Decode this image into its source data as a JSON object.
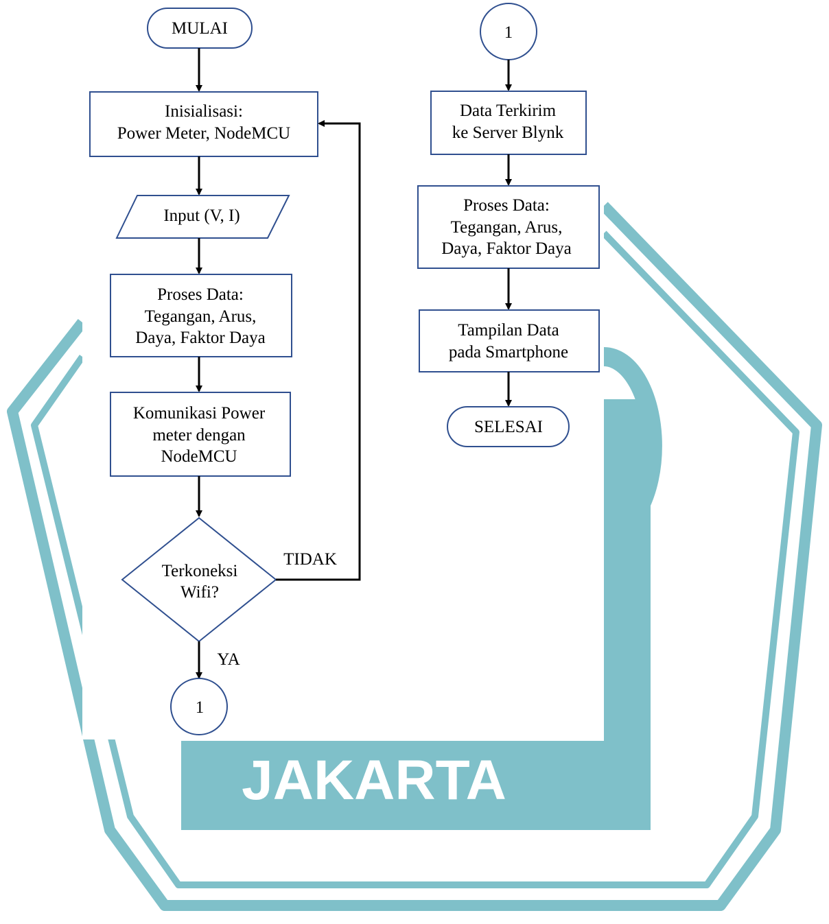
{
  "watermark": {
    "text": "JAKARTA",
    "color": "#7fc0c9"
  },
  "flowchart": {
    "left": {
      "start": "MULAI",
      "init_line1": "Inisialisasi:",
      "init_line2": "Power Meter, NodeMCU",
      "input": "Input (V, I)",
      "process_line1": "Proses Data:",
      "process_line2": "Tegangan, Arus,",
      "process_line3": "Daya, Faktor Daya",
      "comm_line1": "Komunikasi Power",
      "comm_line2": "meter dengan",
      "comm_line3": "NodeMCU",
      "decision_line1": "Terkoneksi",
      "decision_line2": "Wifi?",
      "no_label": "TIDAK",
      "yes_label": "YA",
      "connector": "1"
    },
    "right": {
      "connector": "1",
      "sent_line1": "Data Terkirim",
      "sent_line2": "ke Server Blynk",
      "process_line1": "Proses Data:",
      "process_line2": "Tegangan, Arus,",
      "process_line3": "Daya, Faktor Daya",
      "display_line1": "Tampilan Data",
      "display_line2": "pada Smartphone",
      "end": "SELESAI"
    }
  }
}
